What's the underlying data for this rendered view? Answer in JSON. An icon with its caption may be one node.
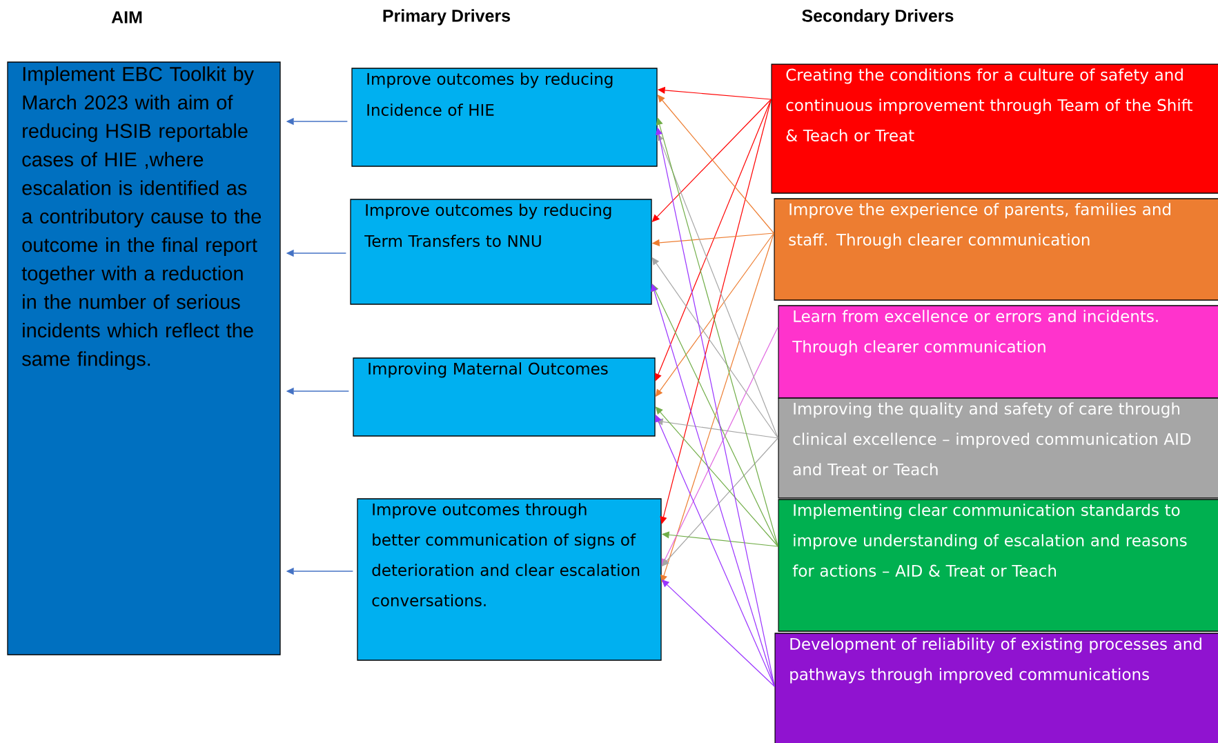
{
  "diagram": {
    "nodes": [
      {
        "text": [
          "Implement EBC Toolkit by March 2023 with aim of reducing HSIB reportable cases of HIE ,where escalation is identified as a contributory cause to the outcome in the final report together with a reduction in the number of serious  incidents which reflect the same findings."
        ]
      },
      {
        "text": [
          "Improve outcomes by reducing Incidence of HIE"
        ]
      },
      {
        "text": [
          "Improve outcomes by reducing Term Transfers to NNU"
        ]
      },
      {
        "text": [
          "Improving Maternal Outcomes"
        ]
      },
      {
        "text": [
          "Improve outcomes through better communication of signs of deterioration and clear escalation conversations."
        ]
      },
      {
        "text": [
          "Creating the conditions for a culture of safety and continuous improvement through Team of the Shift & Teach or Treat"
        ]
      },
      {
        "text": [
          "Improve the experience of parents, families and staff. Through clearer communication"
        ]
      },
      {
        "text": [
          "Learn from excellence or errors and incidents. Through clearer communication"
        ]
      },
      {
        "text": [
          "Improving the quality and safety of care through clinical excellence – improved communication AID and Treat or Teach"
        ]
      },
      {
        "text": [
          "Implementing clear communication standards to improve understanding  of escalation and  reasons for actions – AID & Treat or Teach"
        ]
      },
      {
        "text": [
          "Development of reliability of existing processes and pathways through improved communications"
        ]
      }
    ],
    "edges": [
      {
        "from": 1,
        "to": 0,
        "arrow": "to",
        "color": "#4472c4"
      },
      {
        "from": 2,
        "to": 0,
        "arrow": "to",
        "color": "#4472c4"
      },
      {
        "from": 3,
        "to": 0,
        "arrow": "to",
        "color": "#4472c4"
      },
      {
        "from": 4,
        "to": 0,
        "arrow": "to",
        "color": "#4472c4"
      },
      {
        "from": 5,
        "to": 1,
        "arrow": "to",
        "color": "#ff0000"
      },
      {
        "from": 5,
        "to": 2,
        "arrow": "to",
        "color": "#ff0000"
      },
      {
        "from": 5,
        "to": 3,
        "arrow": "to",
        "color": "#ff0000"
      },
      {
        "from": 5,
        "to": 4,
        "arrow": "to",
        "color": "#ff0000"
      },
      {
        "from": 6,
        "to": 1,
        "arrow": "to",
        "color": "#ed7d31"
      },
      {
        "from": 6,
        "to": 2,
        "arrow": "to",
        "color": "#ed7d31"
      },
      {
        "from": 6,
        "to": 3,
        "arrow": "to",
        "color": "#ed7d31"
      },
      {
        "from": 6,
        "to": 4,
        "arrow": "to",
        "color": "#ed7d31"
      },
      {
        "from": 7,
        "to": 4,
        "arrow": "to",
        "color": "#e066e0"
      },
      {
        "from": 8,
        "to": 1,
        "arrow": "to",
        "color": "#a6a6a6"
      },
      {
        "from": 8,
        "to": 2,
        "arrow": "to",
        "color": "#a6a6a6"
      },
      {
        "from": 8,
        "to": 3,
        "arrow": "to",
        "color": "#a6a6a6"
      },
      {
        "from": 8,
        "to": 4,
        "arrow": "to",
        "color": "#a6a6a6"
      },
      {
        "from": 9,
        "to": 1,
        "arrow": "to",
        "color": "#70ad47"
      },
      {
        "from": 9,
        "to": 2,
        "arrow": "to",
        "color": "#70ad47"
      },
      {
        "from": 9,
        "to": 3,
        "arrow": "to",
        "color": "#70ad47"
      },
      {
        "from": 9,
        "to": 4,
        "arrow": "to",
        "color": "#70ad47"
      },
      {
        "from": 10,
        "to": 1,
        "arrow": "to",
        "color": "#9933ff"
      },
      {
        "from": 10,
        "to": 2,
        "arrow": "to",
        "color": "#9933ff"
      },
      {
        "from": 10,
        "to": 3,
        "arrow": "to",
        "color": "#9933ff"
      },
      {
        "from": 10,
        "to": 4,
        "arrow": "to",
        "color": "#9933ff"
      }
    ],
    "labels": [
      "AIM",
      "Primary Drivers",
      "Secondary Drivers"
    ]
  }
}
